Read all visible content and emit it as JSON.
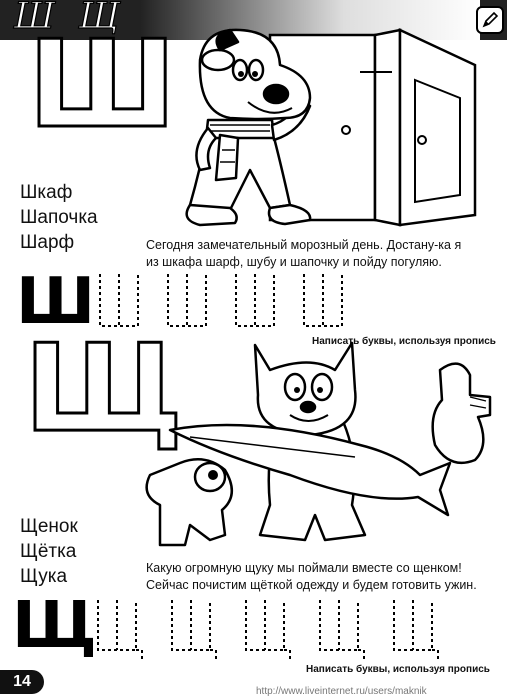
{
  "header": {
    "letters": "Ш Щ"
  },
  "sections": [
    {
      "big_letter": "Ш",
      "words": [
        "Шкаф",
        "Шапочка",
        "Шарф"
      ],
      "sentence_lines": [
        "Сегодня замечательный морозный день. Достану-ка я",
        "из шкафа шарф, шубу и шапочку и пойду погуляю."
      ],
      "practice_letter": "Ш",
      "hint": "Написать буквы, используя пропись"
    },
    {
      "big_letter": "Щ",
      "words": [
        "Щенок",
        "Щётка",
        "Щука"
      ],
      "sentence_lines": [
        "Какую огромную щуку мы поймали вместе со щенком!",
        "Сейчас почистим щёткой одежду и будем готовить ужин."
      ],
      "practice_letter": "Щ",
      "hint": "Написать буквы, используя пропись"
    }
  ],
  "page_number": "14",
  "watermark": "http://www.liveinternet.ru/users/maknik"
}
